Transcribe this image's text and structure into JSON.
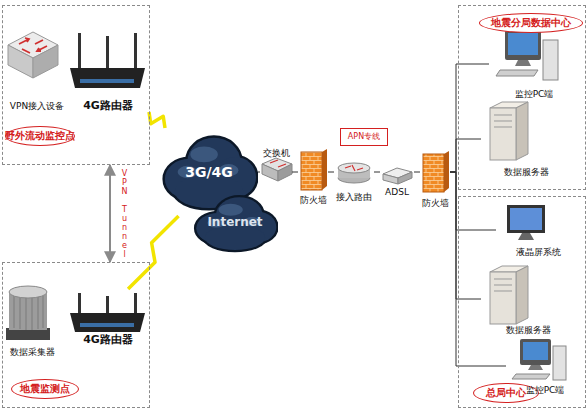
{
  "diagram": {
    "nodes": [
      {
        "text": [
          "野外流动监控点"
        ]
      },
      {
        "text": [
          "VPN接入设备"
        ],
        "in": 0
      },
      {
        "text": [
          "4G路由器"
        ],
        "in": 0
      },
      {
        "text": [
          "地震监测点"
        ]
      },
      {
        "text": [
          "数据采集器"
        ],
        "in": 3
      },
      {
        "text": [
          "4G路由器"
        ],
        "in": 3
      },
      {
        "text": [
          "3G/4G"
        ]
      },
      {
        "text": [
          "Internet"
        ]
      },
      {
        "text": [
          "交换机"
        ]
      },
      {
        "text": [
          "防火墙"
        ]
      },
      {
        "text": [
          "接入路由"
        ]
      },
      {
        "text": [
          "APN专线"
        ]
      },
      {
        "text": [
          "ADSL"
        ]
      },
      {
        "text": [
          "防火墙"
        ]
      },
      {
        "text": [
          "地震分局数据中心"
        ]
      },
      {
        "text": [
          "监控PC端"
        ],
        "in": 14
      },
      {
        "text": [
          "数据服务器"
        ],
        "in": 14
      },
      {
        "text": [
          "总局中心"
        ]
      },
      {
        "text": [
          "液晶屏系统"
        ],
        "in": 17
      },
      {
        "text": [
          "数据服务器"
        ],
        "in": 17
      },
      {
        "text": [
          "监控PC端"
        ],
        "in": 17
      }
    ],
    "edges": [
      {
        "from": 0,
        "to": 3,
        "arrow": "both",
        "label": "VPN Tunnel"
      },
      {
        "from": 2,
        "to": 6,
        "arrow": "none"
      },
      {
        "from": 5,
        "to": 6,
        "arrow": "none"
      },
      {
        "from": 6,
        "to": 8,
        "arrow": "none"
      },
      {
        "from": 8,
        "to": 9,
        "arrow": "none"
      },
      {
        "from": 9,
        "to": 10,
        "arrow": "none"
      },
      {
        "from": 10,
        "to": 12,
        "arrow": "none"
      },
      {
        "from": 12,
        "to": 13,
        "arrow": "none"
      },
      {
        "from": 13,
        "to": 15,
        "arrow": "none"
      },
      {
        "from": 13,
        "to": 16,
        "arrow": "none"
      },
      {
        "from": 13,
        "to": 18,
        "arrow": "none"
      },
      {
        "from": 13,
        "to": 19,
        "arrow": "none"
      },
      {
        "from": 13,
        "to": 20,
        "arrow": "none"
      }
    ]
  }
}
